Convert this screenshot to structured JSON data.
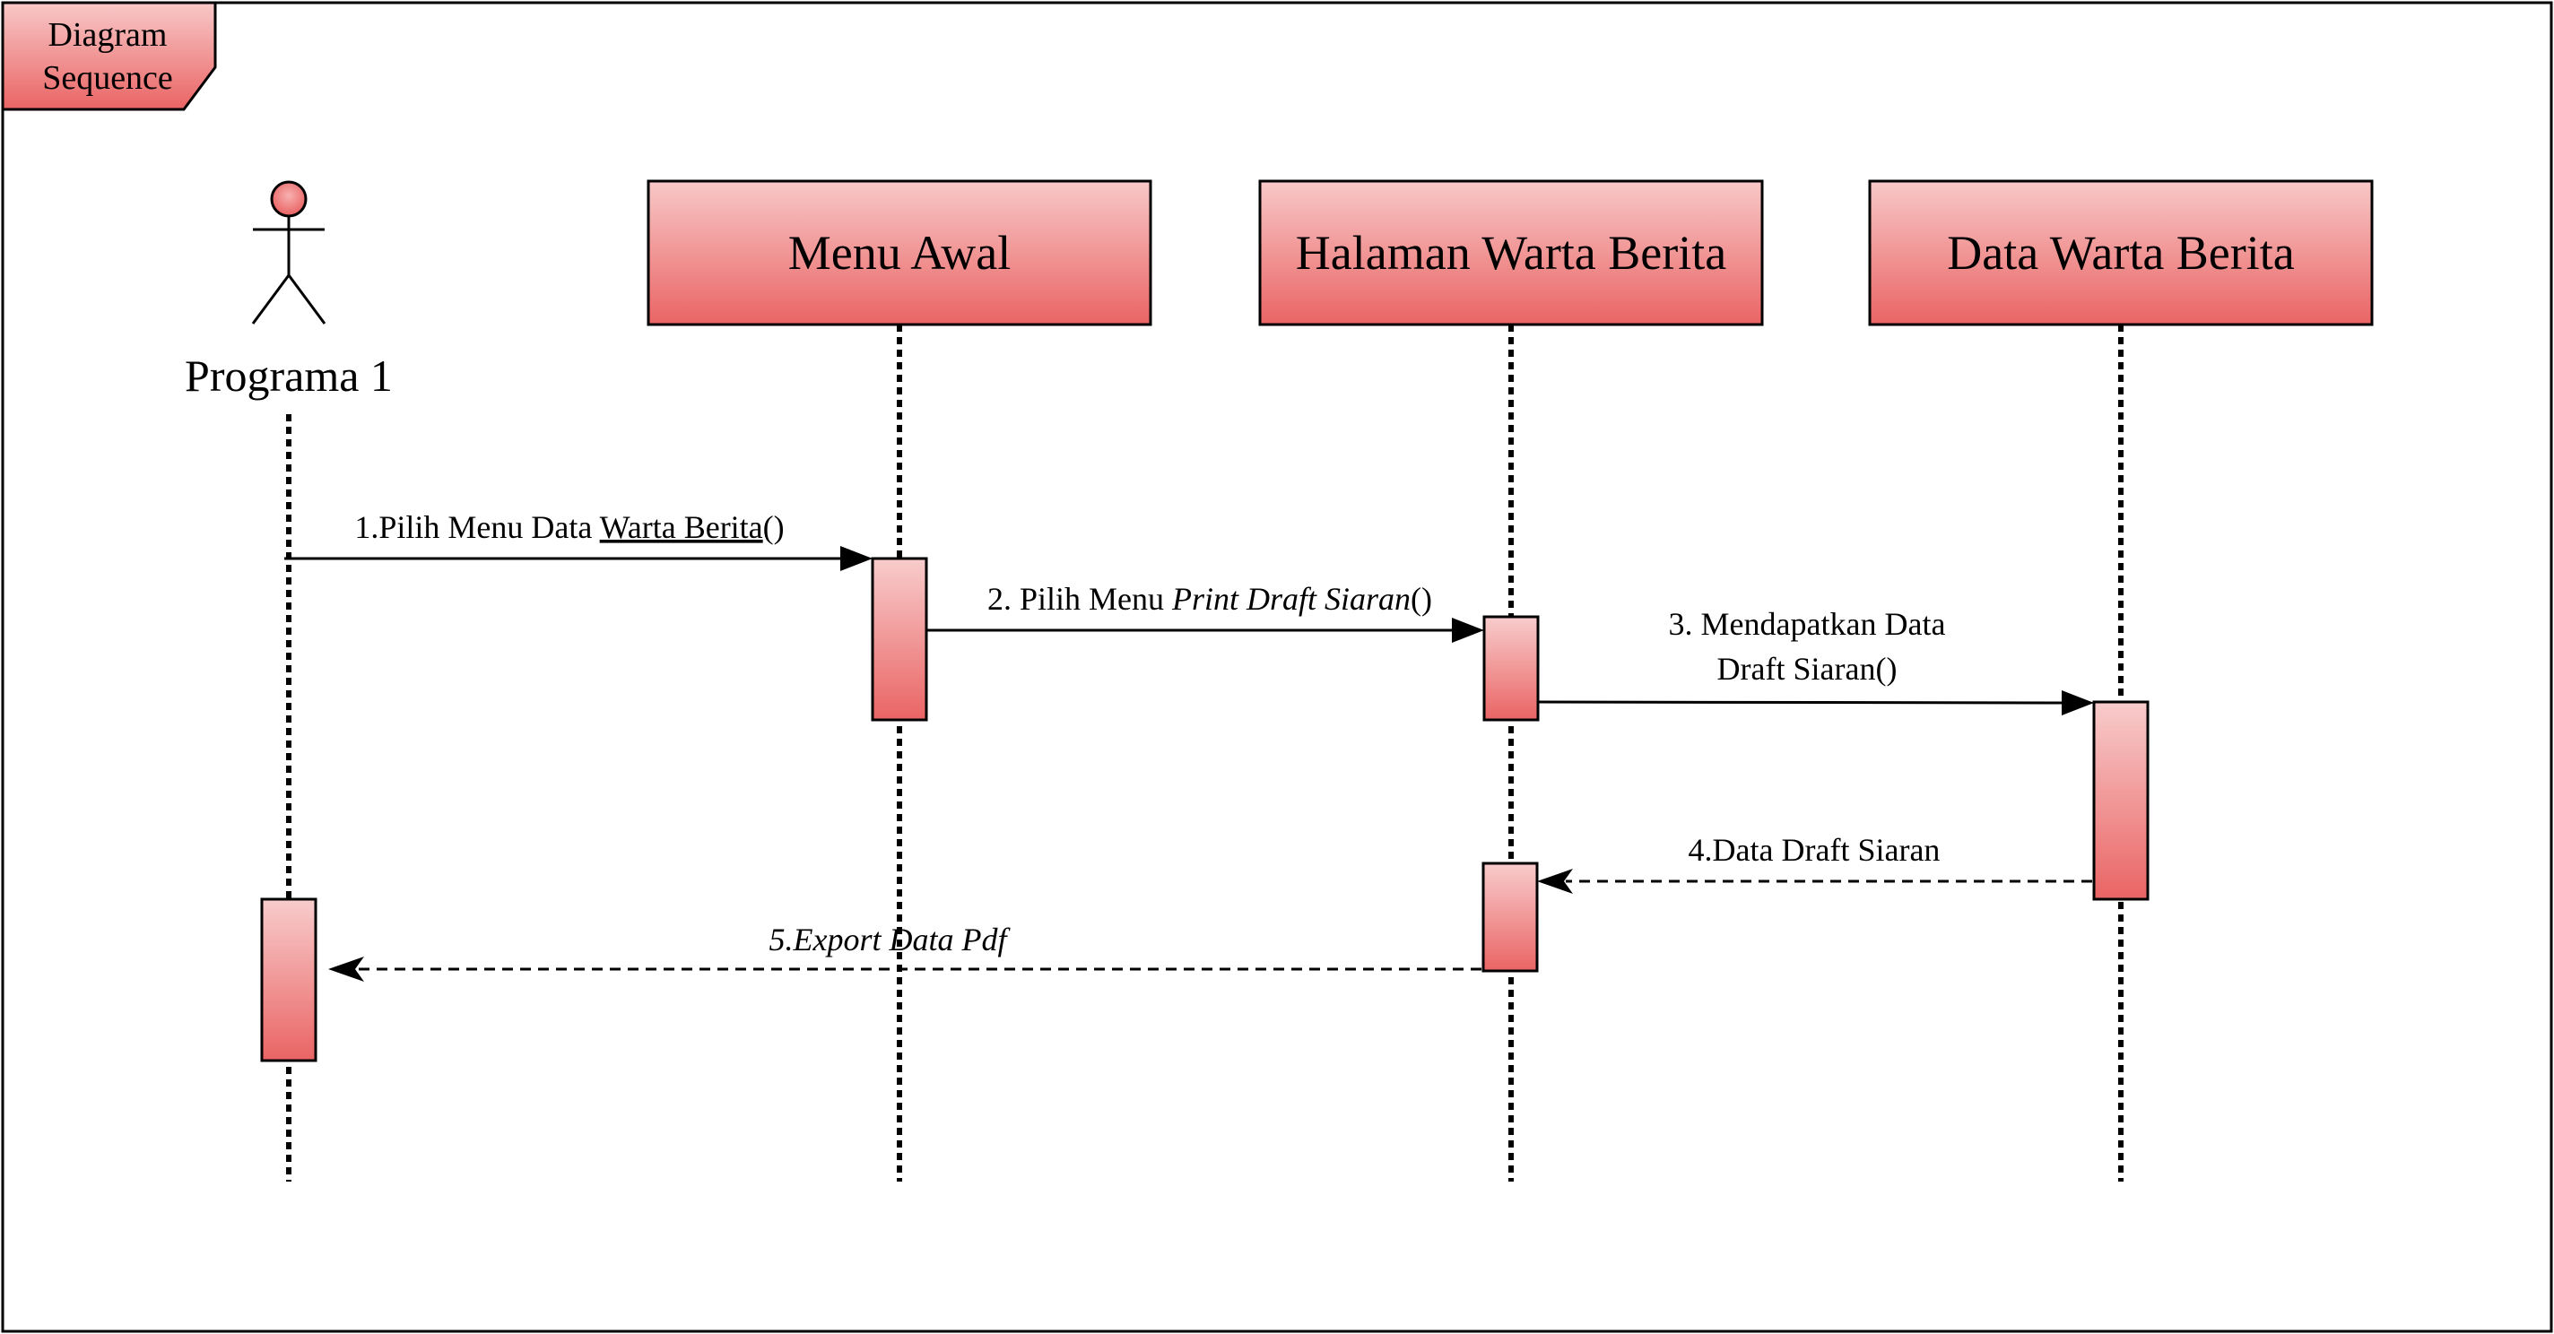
{
  "frame": {
    "title_line1": "Diagram",
    "title_line2": "Sequence"
  },
  "actor": {
    "label": "Programa 1"
  },
  "lifelines": [
    {
      "label": "Menu Awal"
    },
    {
      "label": "Halaman Warta Berita"
    },
    {
      "label": "Data Warta Berita"
    }
  ],
  "messages": {
    "m1": {
      "prefix": "1.Pilih Menu Data ",
      "underlined": "Warta Berita",
      "suffix": "()"
    },
    "m2": {
      "prefix": "2. Pilih Menu ",
      "italic": "Print Draft Siaran",
      "suffix": "()"
    },
    "m3": {
      "line1": "3. Mendapatkan Data",
      "line2": "Draft Siaran()"
    },
    "m4": {
      "label": "4.Data Draft Siaran"
    },
    "m5": {
      "label": "5.Export Data Pdf"
    }
  },
  "colors": {
    "box_top": "#f8c8c8",
    "box_bottom": "#ea6464",
    "stroke": "#000000",
    "background": "#ffffff"
  }
}
